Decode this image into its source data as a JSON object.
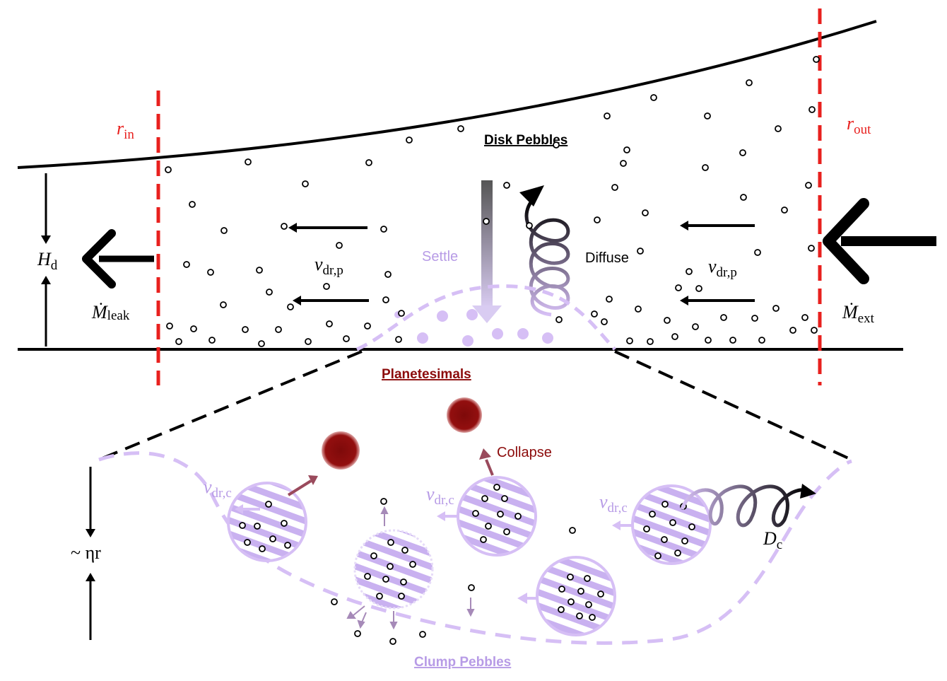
{
  "colors": {
    "red": "#e8201e",
    "purple": "#c4a9ee",
    "purple_text": "#b79be6",
    "planetesimal": "#8c0b0b",
    "black": "#000000"
  },
  "labels": {
    "r_in": {
      "main": "r",
      "sub": "in"
    },
    "r_out": {
      "main": "r",
      "sub": "out"
    },
    "disk_pebbles": "Disk Pebbles",
    "settle": "Settle",
    "diffuse": "Diffuse",
    "v_dr_p": {
      "main": "v",
      "sub": "dr,p"
    },
    "H_d": {
      "main": "H",
      "sub": "d"
    },
    "M_leak": {
      "main": "Ṁ",
      "sub": "leak"
    },
    "M_ext": {
      "main": "Ṁ",
      "sub": "ext"
    },
    "planetesimals": "Planetesimals",
    "collapse": "Collapse",
    "v_dr_c": {
      "main": "v",
      "sub": "dr,c"
    },
    "D_c": {
      "main": "D",
      "sub": "c"
    },
    "eta_r": "~ ηr",
    "clump_pebbles": "Clump Pebbles"
  }
}
